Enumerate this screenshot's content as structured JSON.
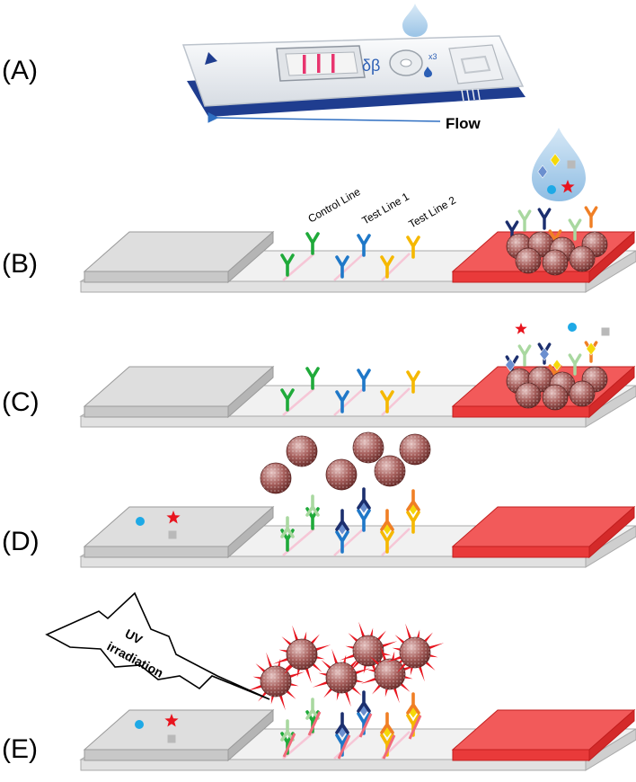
{
  "panels": [
    "(A)",
    "(B)",
    "(C)",
    "(D)",
    "(E)"
  ],
  "device": {
    "window_marks": "δβ",
    "drop_marks": "x3"
  },
  "flow": {
    "label": "Flow"
  },
  "lines": {
    "control": "Control Line",
    "test1": "Test Line 1",
    "test2": "Test Line 2"
  },
  "uv": {
    "line1": "UV",
    "line2": "irradiation"
  },
  "colors": {
    "control_green": "#1faa3a",
    "test1_blue": "#1f78c8",
    "test2_yellow": "#f5b800",
    "conj_green": "#a9d8a0",
    "conj_navy": "#1c2f6e",
    "conj_orange": "#f07f25",
    "pad_red": "#f25a5a",
    "star_red": "#e8141e",
    "dot_blue": "#1ea9e6",
    "diamond_blue": "#6b8fcf",
    "diamond_yellow": "#f5d90a",
    "square_gray": "#b9b9b9"
  }
}
